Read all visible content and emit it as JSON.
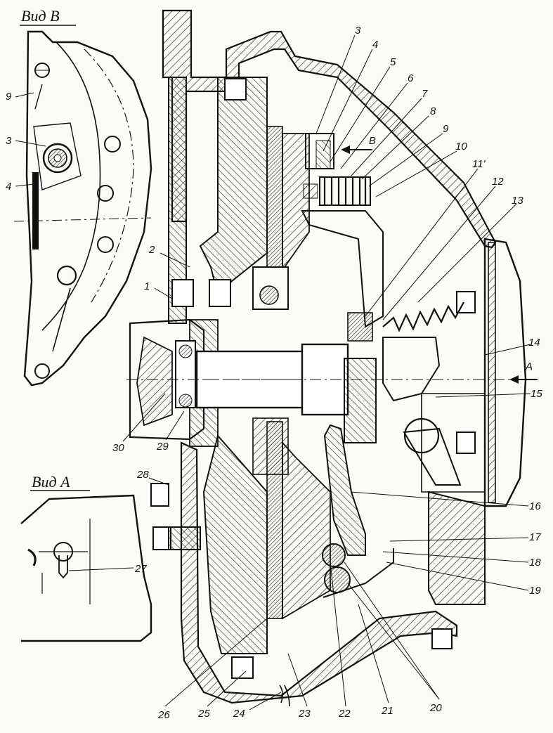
{
  "views": {
    "view_b": "Вид В",
    "view_a": "Вид А",
    "arrow_b": "В",
    "arrow_a": "A"
  },
  "callouts": {
    "c1": "1",
    "c2": "2",
    "c3": "3",
    "c4": "4",
    "c5": "5",
    "c6": "6",
    "c7": "7",
    "c8": "8",
    "c9": "9",
    "c10": "10",
    "c11": "11'",
    "c12": "12",
    "c13": "13",
    "c14": "14",
    "c15": "15",
    "c16": "16",
    "c17": "17",
    "c18": "18",
    "c19": "19",
    "c20": "20",
    "c21": "21",
    "c22": "22",
    "c23": "23",
    "c24": "24",
    "c25": "25",
    "c26": "26",
    "c27": "27",
    "c28": "28",
    "c29": "29",
    "c30": "30"
  },
  "inset_b": {
    "c3": "3",
    "c4": "4",
    "c9": "9"
  }
}
